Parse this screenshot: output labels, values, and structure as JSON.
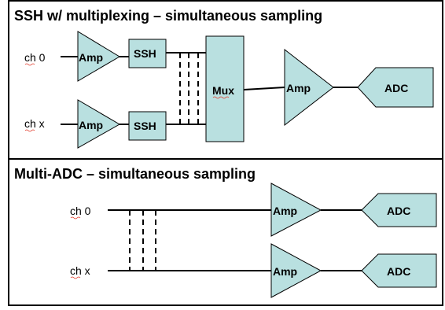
{
  "panel_top": {
    "title": "SSH w/ multiplexing – simultaneous sampling",
    "channels": [
      "ch 0",
      "ch x"
    ],
    "amp_label": "Amp",
    "ssh_label": "SSH",
    "mux_label": "Mux",
    "adc_label": "ADC"
  },
  "panel_bottom": {
    "title": "Multi-ADC – simultaneous sampling",
    "channels": [
      "ch 0",
      "ch x"
    ],
    "amp_label": "Amp",
    "adc_label": "ADC"
  }
}
